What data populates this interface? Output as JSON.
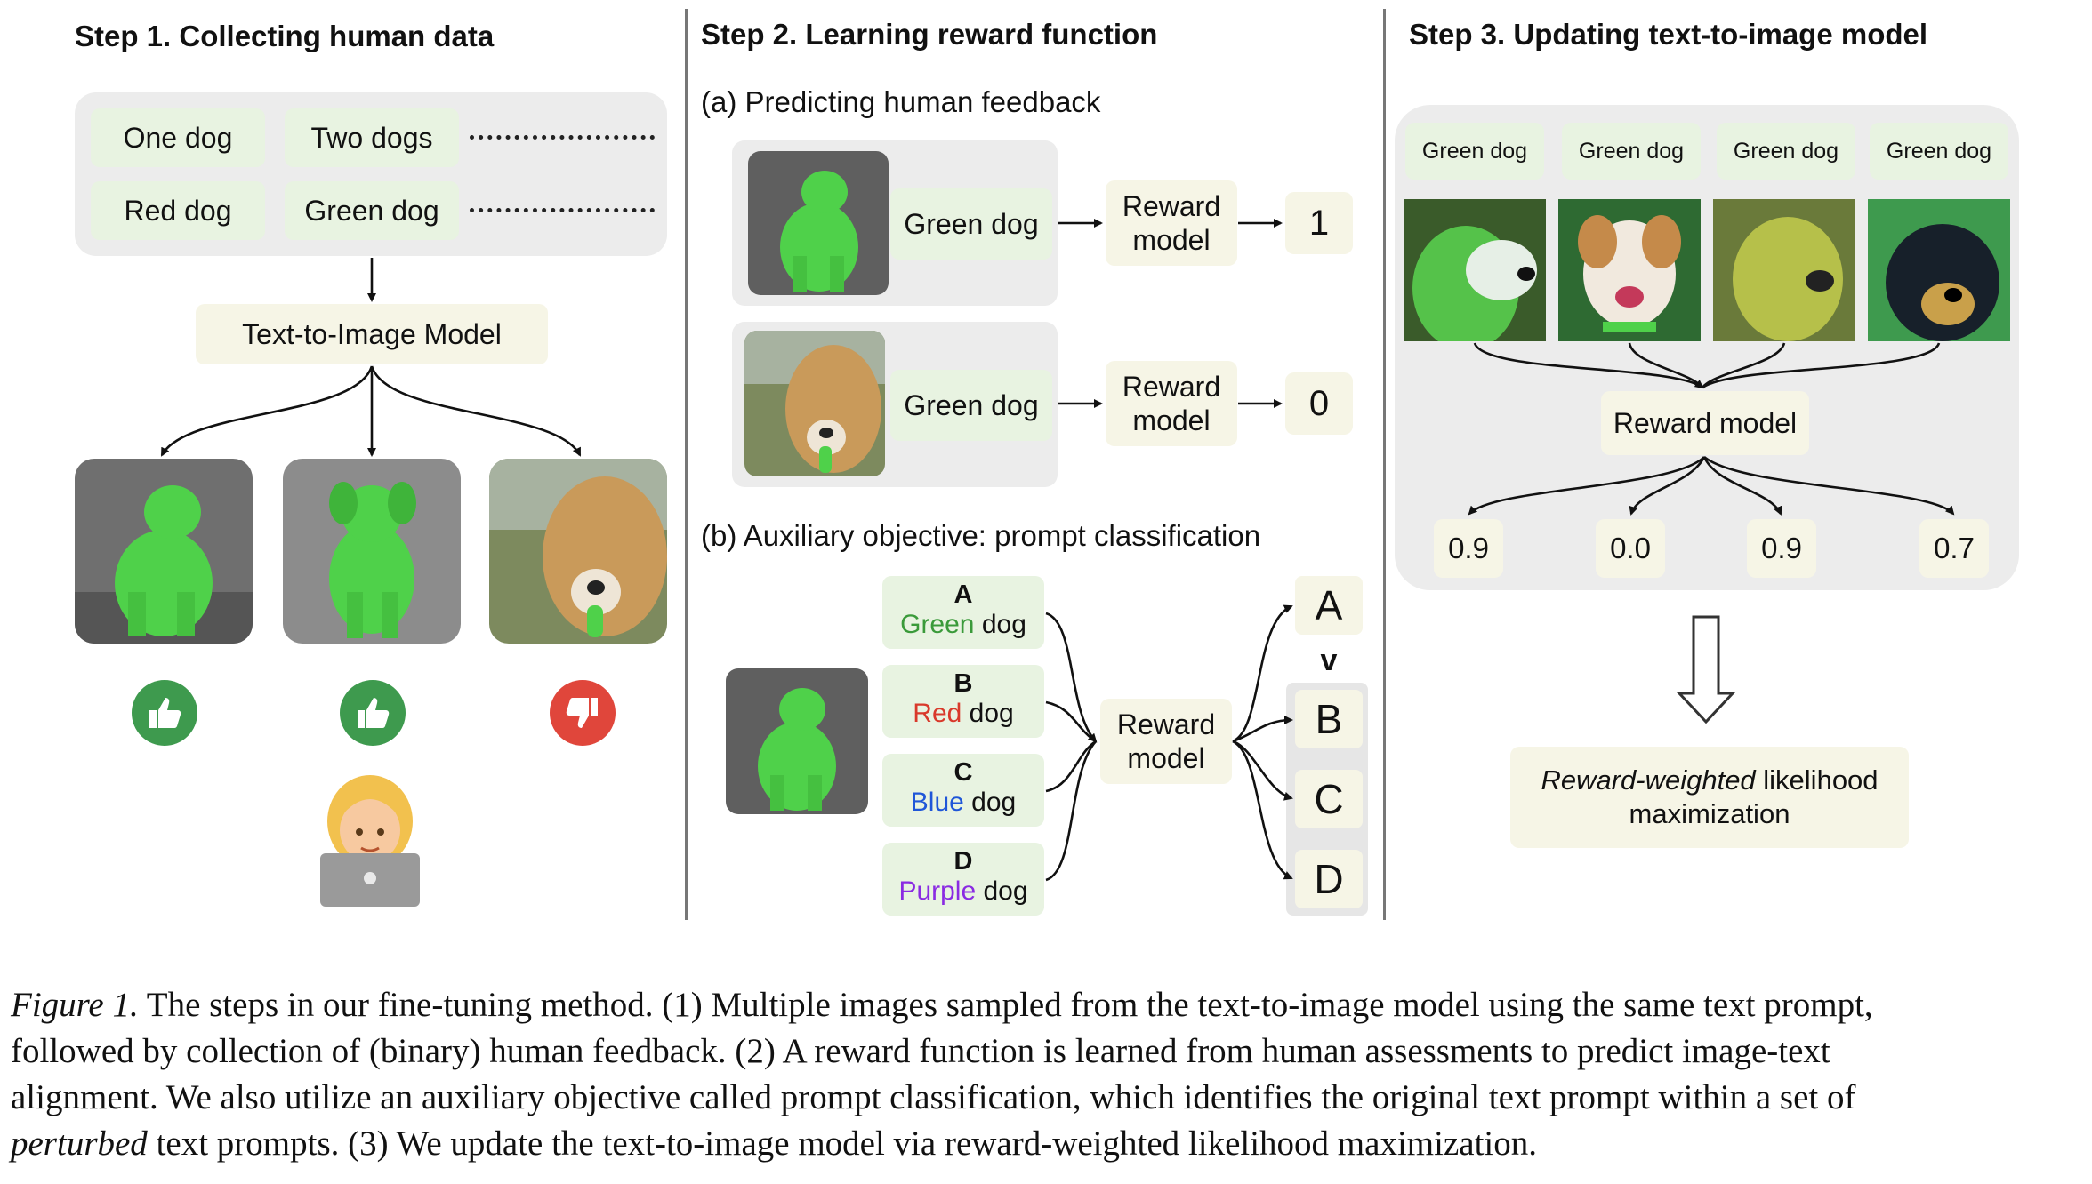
{
  "step1": {
    "title": "Step 1. Collecting human data",
    "prompts": [
      "One dog",
      "Two dogs",
      "Red dog",
      "Green dog"
    ],
    "model": "Text-to-Image Model",
    "feedback": [
      "thumbs-up",
      "thumbs-up",
      "thumbs-down"
    ]
  },
  "step2": {
    "title": "Step 2. Learning reward function",
    "part_a": "(a) Predicting human feedback",
    "rows": [
      {
        "prompt": "Green dog",
        "model": "Reward model",
        "score": "1"
      },
      {
        "prompt": "Green dog",
        "model": "Reward model",
        "score": "0"
      }
    ],
    "part_b": "(b) Auxiliary objective: prompt classification",
    "choices": [
      {
        "letter": "A",
        "color_word": "Green",
        "rest": " dog",
        "color": "#3a9a3a"
      },
      {
        "letter": "B",
        "color_word": "Red",
        "rest": " dog",
        "color": "#d9392b"
      },
      {
        "letter": "C",
        "color_word": "Blue",
        "rest": " dog",
        "color": "#1f56d8"
      },
      {
        "letter": "D",
        "color_word": "Purple",
        "rest": " dog",
        "color": "#8a2be2"
      }
    ],
    "aux_model": "Reward model",
    "outputs": [
      "A",
      "B",
      "C",
      "D"
    ],
    "comparator": "v"
  },
  "step3": {
    "title": "Step 3. Updating text-to-image model",
    "prompts": [
      "Green dog",
      "Green dog",
      "Green dog",
      "Green dog"
    ],
    "model": "Reward model",
    "scores": [
      "0.9",
      "0.0",
      "0.9",
      "0.7"
    ],
    "objective_italic": "Reward-weighted",
    "objective_rest": " likelihood",
    "objective_line2": "maximization"
  },
  "caption": {
    "label": "Figure 1.",
    "line1": " The steps in our fine-tuning method. (1) Multiple images sampled from the text-to-image model using the same text prompt,",
    "line2": "followed by collection of (binary) human feedback. (2) A reward function is learned from human assessments to predict image-text",
    "line3": "alignment. We also utilize an auxiliary objective called prompt classification, which identifies the original text prompt within a set of",
    "line4_italic": "perturbed",
    "line4_rest": " text prompts. (3) We update the text-to-image model via reward-weighted likelihood maximization."
  },
  "colors": {
    "prompt_box": "#e8f3e1",
    "model_box": "#f6f5e6",
    "panel_gray": "#ececec",
    "thumb_green": "#3e9a4e",
    "thumb_red": "#e0463b"
  }
}
